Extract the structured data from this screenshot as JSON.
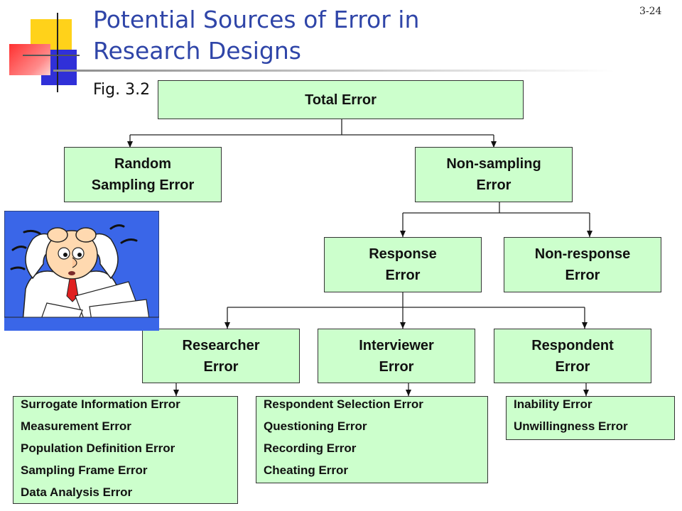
{
  "slide": {
    "number": "3-24",
    "title_line1": "Potential Sources of Error in",
    "title_line2": "Research Designs",
    "figure_label": "Fig. 3.2"
  },
  "diagram": {
    "total_error": "Total Error",
    "random_sampling": {
      "line1": "Random",
      "line2": "Sampling Error"
    },
    "non_sampling": {
      "line1": "Non-sampling",
      "line2": "Error"
    },
    "response": {
      "line1": "Response",
      "line2": "Error"
    },
    "non_response": {
      "line1": "Non-response",
      "line2": "Error"
    },
    "researcher": {
      "line1": "Researcher",
      "line2": "Error"
    },
    "interviewer": {
      "line1": "Interviewer",
      "line2": "Error"
    },
    "respondent": {
      "line1": "Respondent",
      "line2": "Error"
    },
    "researcher_errors": [
      "Surrogate Information Error",
      "Measurement Error",
      "Population Definition Error",
      "Sampling Frame Error",
      "Data Analysis Error"
    ],
    "interviewer_errors": [
      "Respondent Selection Error",
      "Questioning Error",
      "Recording Error",
      "Cheating Error"
    ],
    "respondent_errors": [
      "Inability Error",
      "Unwillingness Error"
    ]
  },
  "colors": {
    "box_fill": "#ccffcc",
    "title": "#2f45a8",
    "clipart_background": "#3a66e8"
  }
}
